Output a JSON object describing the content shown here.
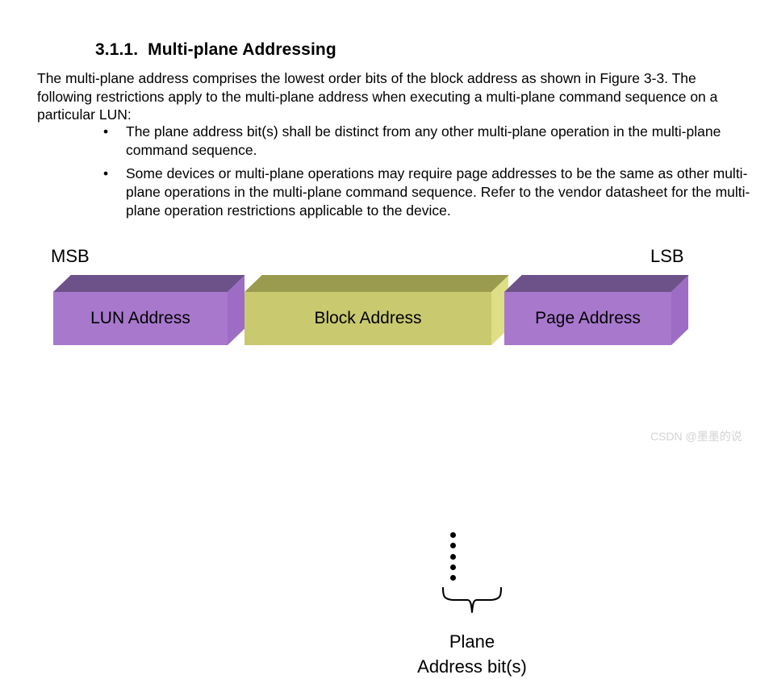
{
  "document": {
    "heading": {
      "number": "3.1.1.",
      "title": "Multi-plane Addressing"
    },
    "paragraph": "The multi-plane address comprises the lowest order bits of the block address as shown in Figure 3-3. The following restrictions apply to the multi-plane address when executing a multi-plane command sequence on a particular LUN:",
    "bullet_marker": "•",
    "bullets": [
      "The plane address bit(s) shall be distinct from any other multi-plane operation in the multi-plane command sequence.",
      "Some devices or multi-plane operations may require page addresses to be the same as other multi-plane operations in the multi-plane command sequence. Refer to the vendor datasheet for the multi-plane operation restrictions applicable to the device."
    ]
  },
  "figure": {
    "msb_label": "MSB",
    "lsb_label": "LSB",
    "blocks": [
      {
        "id": "lun",
        "label": "LUN Address",
        "color": "#a878cd",
        "top_color": "#6d5189"
      },
      {
        "id": "block",
        "label": "Block Address",
        "color": "#c9c96f",
        "top_color": "#9b9b4f"
      },
      {
        "id": "page",
        "label": "Page Address",
        "color": "#a878cd",
        "top_color": "#6d5189"
      }
    ],
    "separator_dot_count": 5,
    "callout": {
      "line1": "Plane",
      "line2": "Address bit(s)"
    }
  },
  "watermark": "CSDN @墨墨的说"
}
